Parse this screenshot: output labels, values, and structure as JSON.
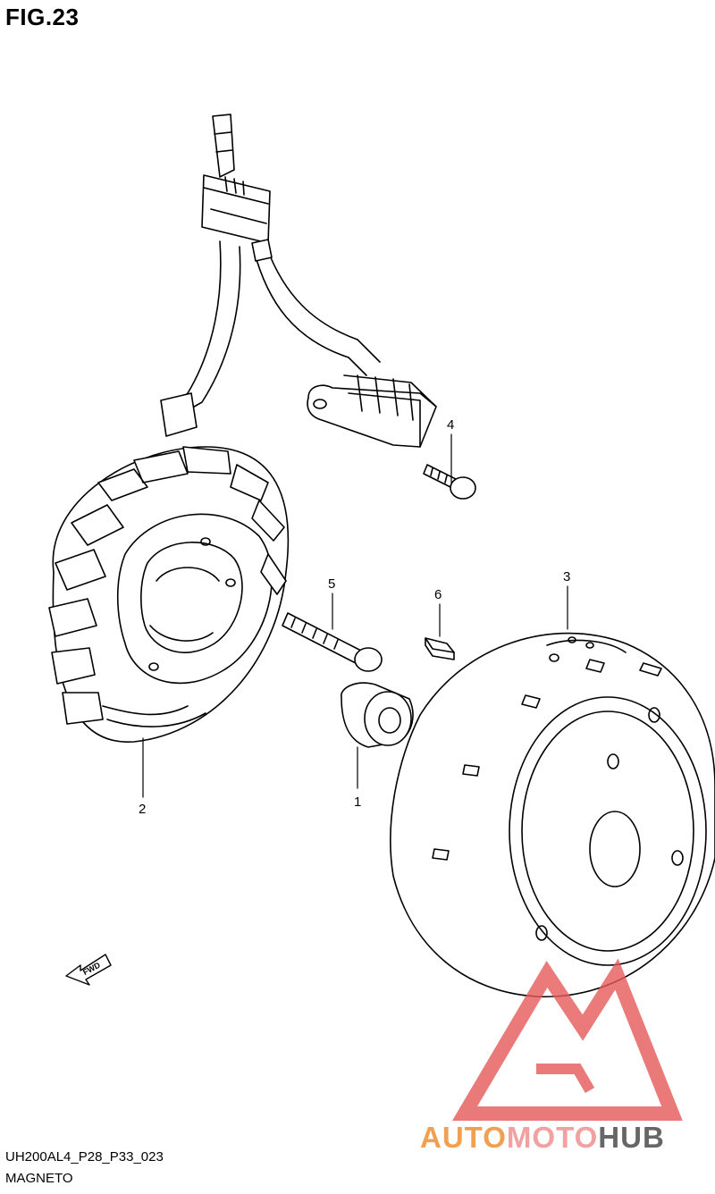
{
  "figure": {
    "title": "FIG.23"
  },
  "diagram": {
    "callouts": [
      "4",
      "5",
      "6",
      "3",
      "2",
      "1"
    ],
    "fwd_label": "FWD"
  },
  "footer": {
    "code": "UH200AL4_P28_P33_023",
    "caption": "MAGNETO"
  },
  "watermark": {
    "part1": "AUTO",
    "part2": "MOTO",
    "part3": "HUB"
  },
  "colors": {
    "line": "#000000",
    "watermark_red": "#e65a5a",
    "watermark_orange": "#f0a050",
    "watermark_gray": "#666666"
  }
}
